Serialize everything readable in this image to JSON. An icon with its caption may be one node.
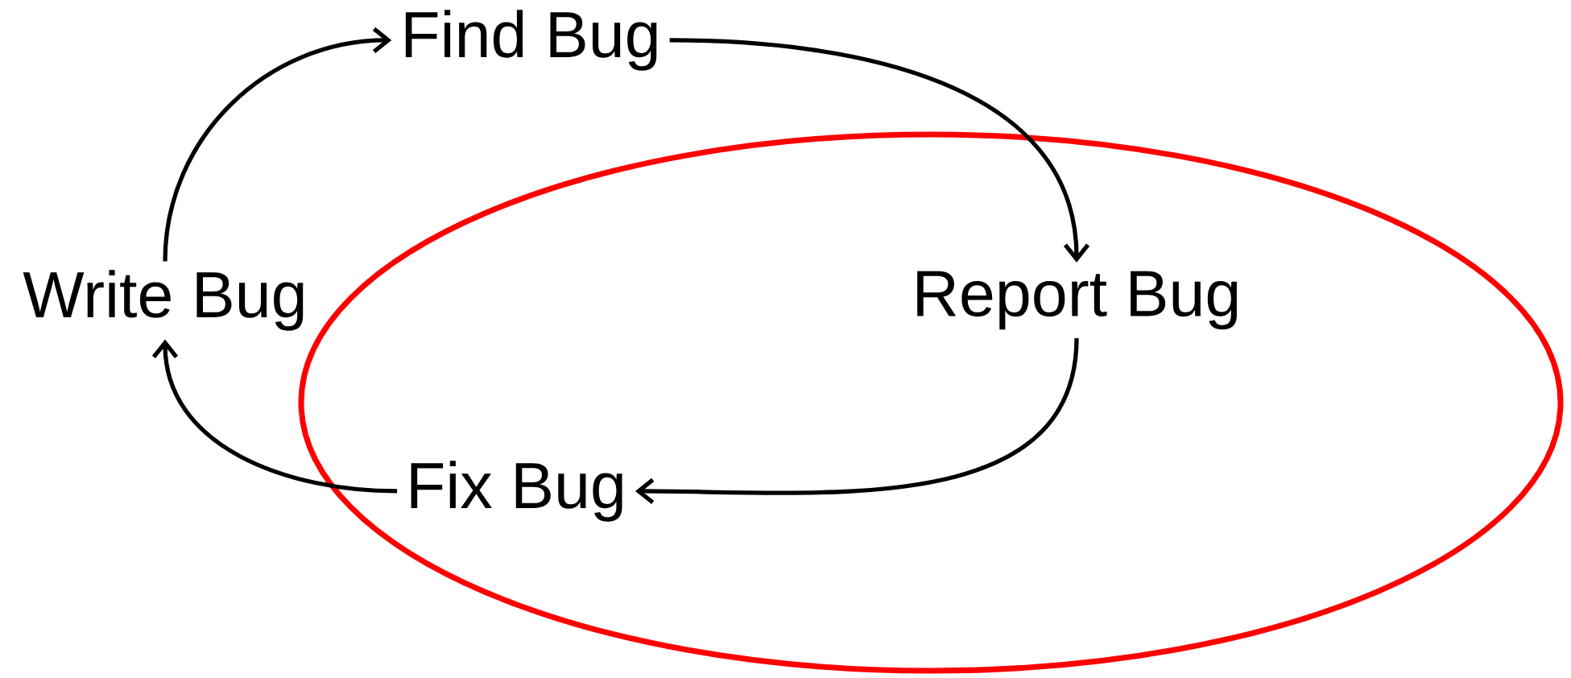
{
  "diagram": {
    "nodes": [
      {
        "text": [
          "Write Bug"
        ]
      },
      {
        "text": [
          "Find Bug"
        ]
      },
      {
        "text": [
          "Report Bug"
        ]
      },
      {
        "text": [
          "Fix Bug"
        ]
      }
    ],
    "edges": [
      {
        "from": 0,
        "to": 1,
        "arrow": "to"
      },
      {
        "from": 1,
        "to": 2,
        "arrow": "to"
      },
      {
        "from": 2,
        "to": 3,
        "arrow": "to"
      },
      {
        "from": 3,
        "to": 0,
        "arrow": "to"
      }
    ]
  }
}
